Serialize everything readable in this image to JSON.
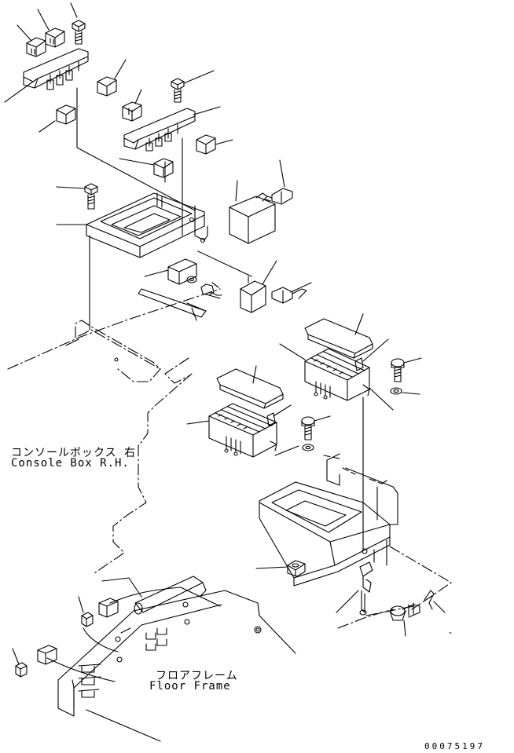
{
  "labels": {
    "console_box_jp": "コンソールボックス 右",
    "console_box_en": "Console Box R.H.",
    "floor_frame_jp": "フロアフレーム",
    "floor_frame_en": "Floor Frame"
  },
  "drawing_number": "00075197",
  "colors": {
    "line": "#000000",
    "background": "#ffffff"
  }
}
